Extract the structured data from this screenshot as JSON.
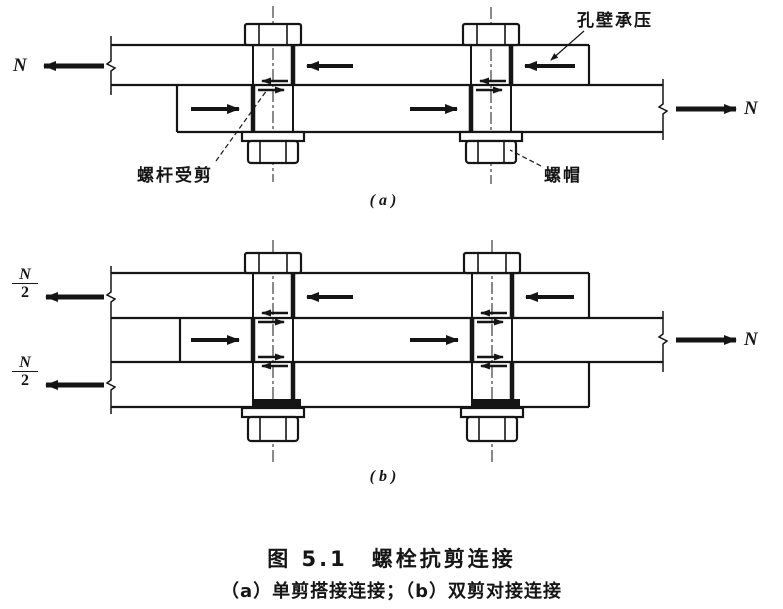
{
  "figure": {
    "caption_title": "图 5.1　螺栓抗剪连接",
    "caption_subtitle": "（a）单剪搭接连接；（b）双剪对接连接",
    "part_a_label": "(a)",
    "part_b_label": "(b)"
  },
  "annotations": {
    "hole_bearing": "孔壁承压",
    "bolt_shank_shear": "螺杆受剪",
    "nut": "螺帽"
  },
  "forces": {
    "n_left_a": "N",
    "n_right_a": "N",
    "n_right_b": "N",
    "half_numerator": "N",
    "half_denominator": "2"
  },
  "colors": {
    "ink": "#151515",
    "paper": "#ffffff"
  }
}
